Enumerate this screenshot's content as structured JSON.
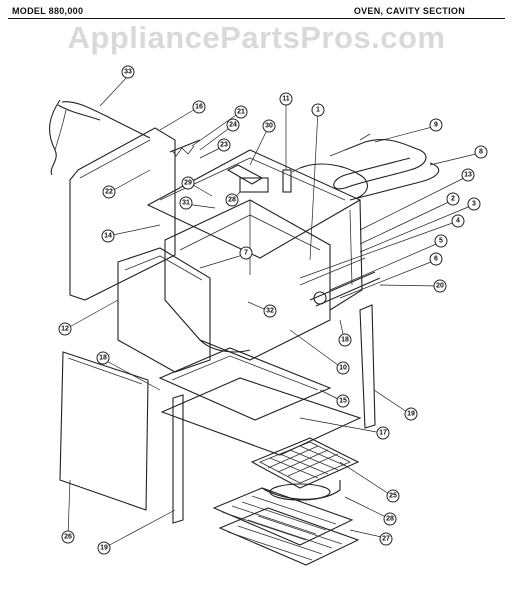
{
  "header": {
    "model_label": "MODEL 880,000",
    "section_title": "OVEN, CAVITY SECTION"
  },
  "watermark": "AppliancePartsPros.com",
  "callouts": [
    {
      "id": "33",
      "label": "33"
    },
    {
      "id": "16",
      "label": "16"
    },
    {
      "id": "21",
      "label": "21"
    },
    {
      "id": "24",
      "label": "24"
    },
    {
      "id": "23",
      "label": "23"
    },
    {
      "id": "30",
      "label": "30"
    },
    {
      "id": "11",
      "label": "11"
    },
    {
      "id": "1",
      "label": "1"
    },
    {
      "id": "9",
      "label": "9"
    },
    {
      "id": "8",
      "label": "8"
    },
    {
      "id": "13",
      "label": "13"
    },
    {
      "id": "22",
      "label": "22"
    },
    {
      "id": "29",
      "label": "29"
    },
    {
      "id": "28",
      "label": "28"
    },
    {
      "id": "31",
      "label": "31"
    },
    {
      "id": "2",
      "label": "2"
    },
    {
      "id": "3",
      "label": "3"
    },
    {
      "id": "4",
      "label": "4"
    },
    {
      "id": "14",
      "label": "14"
    },
    {
      "id": "7",
      "label": "7"
    },
    {
      "id": "5",
      "label": "5"
    },
    {
      "id": "6",
      "label": "6"
    },
    {
      "id": "20",
      "label": "20"
    },
    {
      "id": "12",
      "label": "12"
    },
    {
      "id": "32",
      "label": "32"
    },
    {
      "id": "18b",
      "label": "18"
    },
    {
      "id": "10",
      "label": "10"
    },
    {
      "id": "18",
      "label": "18"
    },
    {
      "id": "15",
      "label": "15"
    },
    {
      "id": "19",
      "label": "19"
    },
    {
      "id": "17",
      "label": "17"
    },
    {
      "id": "25",
      "label": "25"
    },
    {
      "id": "26",
      "label": "26"
    },
    {
      "id": "27",
      "label": "27"
    },
    {
      "id": "28b",
      "label": "28"
    },
    {
      "id": "19b",
      "label": "19"
    }
  ]
}
